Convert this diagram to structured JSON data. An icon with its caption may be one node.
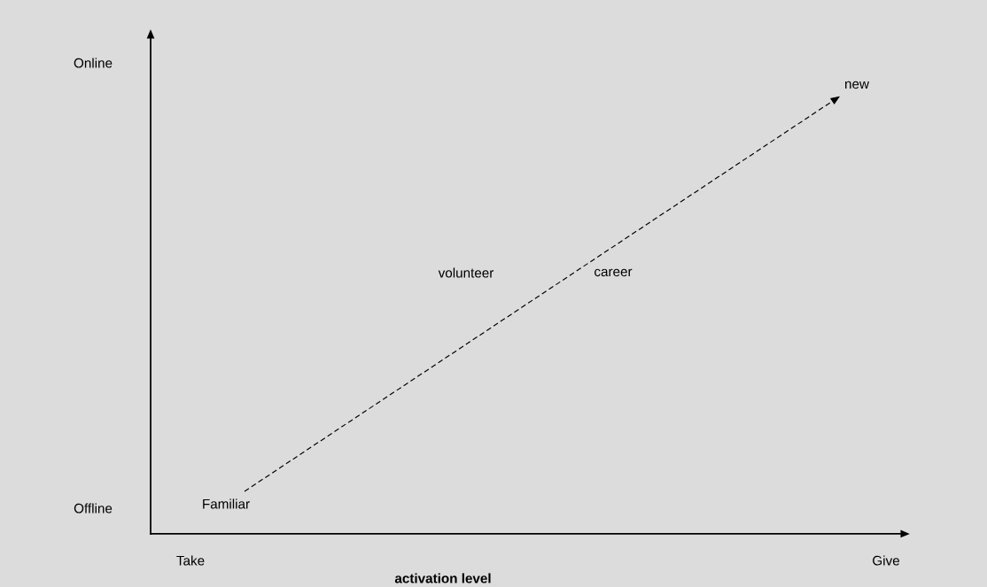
{
  "diagram": {
    "nodes": [
      {
        "text": [
          "Familiar"
        ]
      },
      {
        "text": [
          "new"
        ]
      }
    ],
    "edges": [
      {
        "from": 0,
        "to": 1,
        "arrow": "to",
        "style": "dashed"
      }
    ],
    "labels": [
      "Online",
      "volunteer",
      "career",
      "Offline",
      "Take",
      "Give",
      "activation level"
    ]
  }
}
